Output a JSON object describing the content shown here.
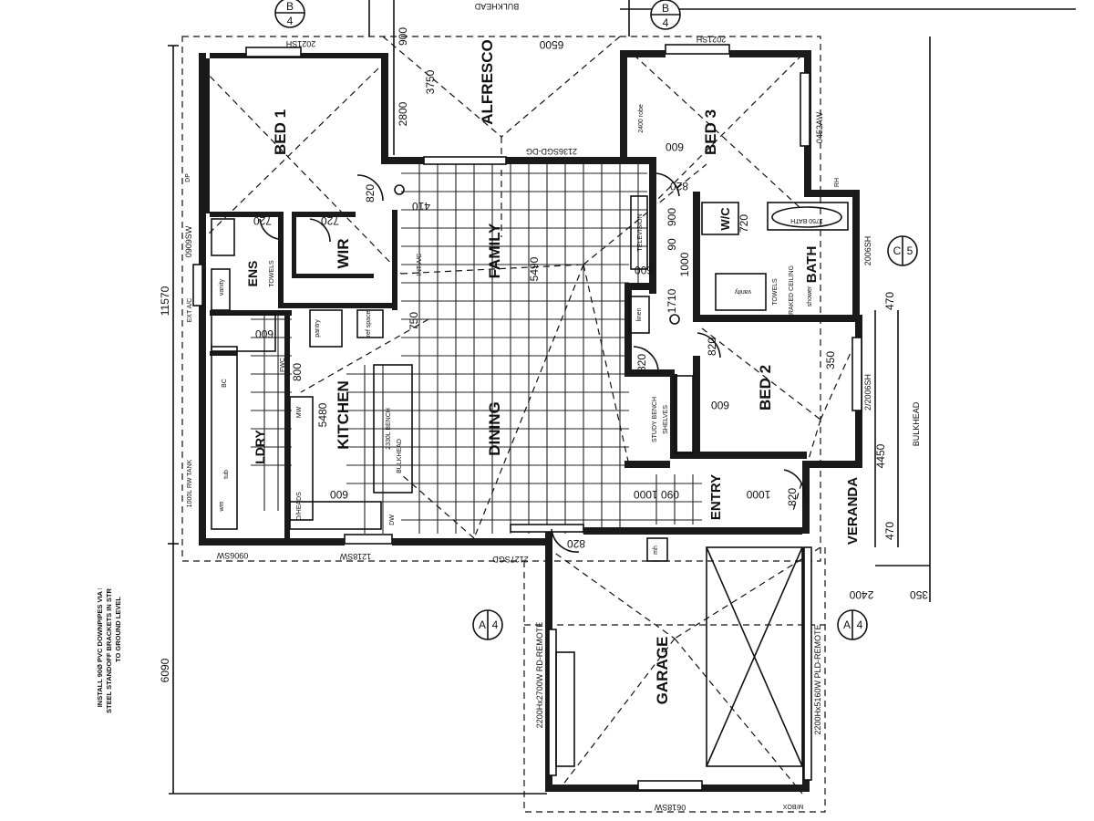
{
  "rooms": {
    "bed1": "BED 1",
    "bed2": "BED 2",
    "bed3": "BED 3",
    "alfresco": "ALFRESCO",
    "family": "FAMILY",
    "dining": "DINING",
    "kitchen": "KITCHEN",
    "wir": "WIR",
    "ens": "ENS",
    "ldry": "LDRY",
    "garage": "GARAGE",
    "entry": "ENTRY",
    "veranda": "VERANDA",
    "bath": "BATH",
    "wc": "W/C"
  },
  "dimensions": {
    "d6500": "6500",
    "d3750": "3750",
    "d2800": "2800",
    "d900": "900",
    "d5490": "5490",
    "d5480": "5480",
    "d11570": "11570",
    "d6090": "6090",
    "d4450": "4450",
    "d2400": "2400",
    "d350a": "350",
    "d350b": "350",
    "d470a": "470",
    "d470b": "470",
    "d1710": "1710",
    "d1000": "1000",
    "d900b": "900",
    "d90": "90",
    "d410": "410",
    "d720a": "720",
    "d720b": "720",
    "d720c": "720",
    "d600a": "600",
    "d600b": "600",
    "d600c": "600",
    "d600d": "600",
    "d600e": "600",
    "d820a": "820",
    "d820b": "820",
    "d820c": "820",
    "d820d": "820",
    "d820e": "820",
    "d820f": "820",
    "d750": "750",
    "d1000b": "1000",
    "d090": "090 1000",
    "d800": "800"
  },
  "windows": {
    "w2021a": "2021SH",
    "w2021b": "2021SH",
    "w0909": "0909SW",
    "w0906": "0906SW",
    "w1218": "1218SW",
    "w0618": "0618SW",
    "w0452": "0452AW",
    "w2006a": "2006SH",
    "w2006b": "2/2006SH",
    "w2127": "2127SGD",
    "w2136": "2136SGD-DG",
    "w2200a": "2200Hx2700W RD-REMOTE",
    "w2200b": "2200Hx5160W PLD-REMOTE"
  },
  "labels": {
    "bulkhead_top": "BULKHEAD",
    "bulkhead_right": "BULKHEAD",
    "bench": "2330L BENCH",
    "bulkhead_bench": "BULKHEAD",
    "pantry": "pantry",
    "ref_space": "ref space",
    "linen": "linen",
    "mh": "mh",
    "mw": "MW",
    "dw": "DW",
    "bc": "BC",
    "fwc": "FWC",
    "tank": "1000L RW TANK",
    "ext_ac": "EXT A/C",
    "int_ac": "INT A/C",
    "towels_a": "TOWELS",
    "towels_b": "TOWELS",
    "bath750": "1750 BATH",
    "raked": "RAKED CEILING",
    "shower": "shower",
    "vanity_a": "vanity",
    "vanity_b": "vanity",
    "study": "STUDY BENCH",
    "shelves": "SHELVES",
    "telev": "TELEVISION",
    "heads": "O/HEADS",
    "robe": "2400 robe",
    "wm": "wm",
    "tub": "tub",
    "dp": "DP",
    "rh": "RH",
    "mbox": "M/BOX",
    "downpipe_note": "INSTALL 90Ø PVC DOWNPIPES VIA STAINLESS STEEL STANDOFF BRACKETS IN STRAIGHT DROP TO GROUND LEVEL"
  },
  "markers": {
    "b_left": {
      "letter": "B",
      "num": "4"
    },
    "b_right": {
      "letter": "B",
      "num": "4"
    },
    "c": {
      "letter": "C",
      "num": "5"
    },
    "a_left": {
      "letter": "A",
      "num": "4"
    },
    "a_right": {
      "letter": "A",
      "num": "4"
    }
  }
}
